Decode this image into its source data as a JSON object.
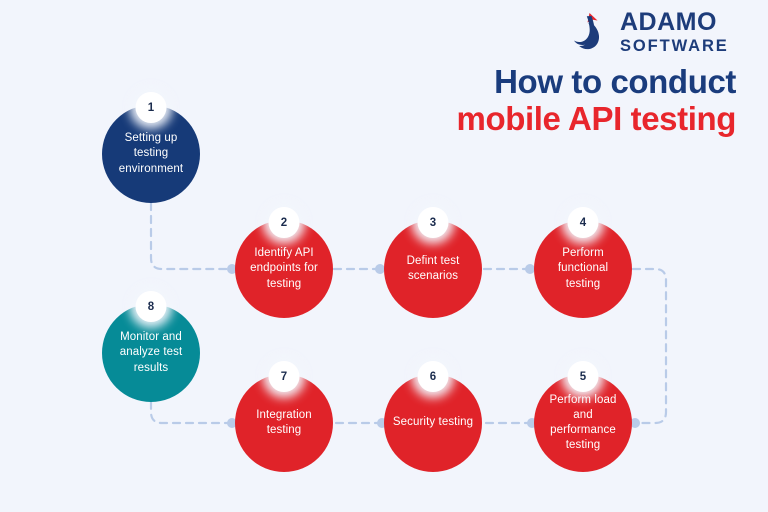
{
  "page": {
    "background_color": "#f2f5fc"
  },
  "brand": {
    "name_line1": "ADAMO",
    "name_line2": "SOFTWARE",
    "logo_icon": "adamo-a-swoosh-logo",
    "color": "#1d3c7a",
    "accent_color": "#e8262c"
  },
  "title": {
    "line1": "How to conduct",
    "line2": "mobile API testing",
    "line1_color": "#1a3c7d",
    "line2_color": "#e8262c"
  },
  "colors": {
    "navy": "#163a78",
    "red": "#e02329",
    "teal": "#068b97",
    "connector": "#b9cbe8",
    "badge_text": "#1b2c4e"
  },
  "chart_data": {
    "type": "diagram",
    "title": "How to conduct mobile API testing",
    "layout": "serpentine-flow",
    "steps": [
      {
        "number": "1",
        "label": "Setting up testing environment",
        "color": "#163a78"
      },
      {
        "number": "2",
        "label": "Identify API endpoints for testing",
        "color": "#e02329"
      },
      {
        "number": "3",
        "label": "Defint test scenarios",
        "color": "#e02329"
      },
      {
        "number": "4",
        "label": "Perform functional testing",
        "color": "#e02329"
      },
      {
        "number": "5",
        "label": "Perform load and performance testing",
        "color": "#e02329"
      },
      {
        "number": "6",
        "label": "Security testing",
        "color": "#e02329"
      },
      {
        "number": "7",
        "label": "Integration testing",
        "color": "#e02329"
      },
      {
        "number": "8",
        "label": "Monitor and analyze test results",
        "color": "#068b97"
      }
    ],
    "connections": [
      {
        "from": "1",
        "to": "2"
      },
      {
        "from": "2",
        "to": "3"
      },
      {
        "from": "3",
        "to": "4"
      },
      {
        "from": "4",
        "to": "5"
      },
      {
        "from": "5",
        "to": "6"
      },
      {
        "from": "6",
        "to": "7"
      },
      {
        "from": "7",
        "to": "8"
      }
    ]
  }
}
